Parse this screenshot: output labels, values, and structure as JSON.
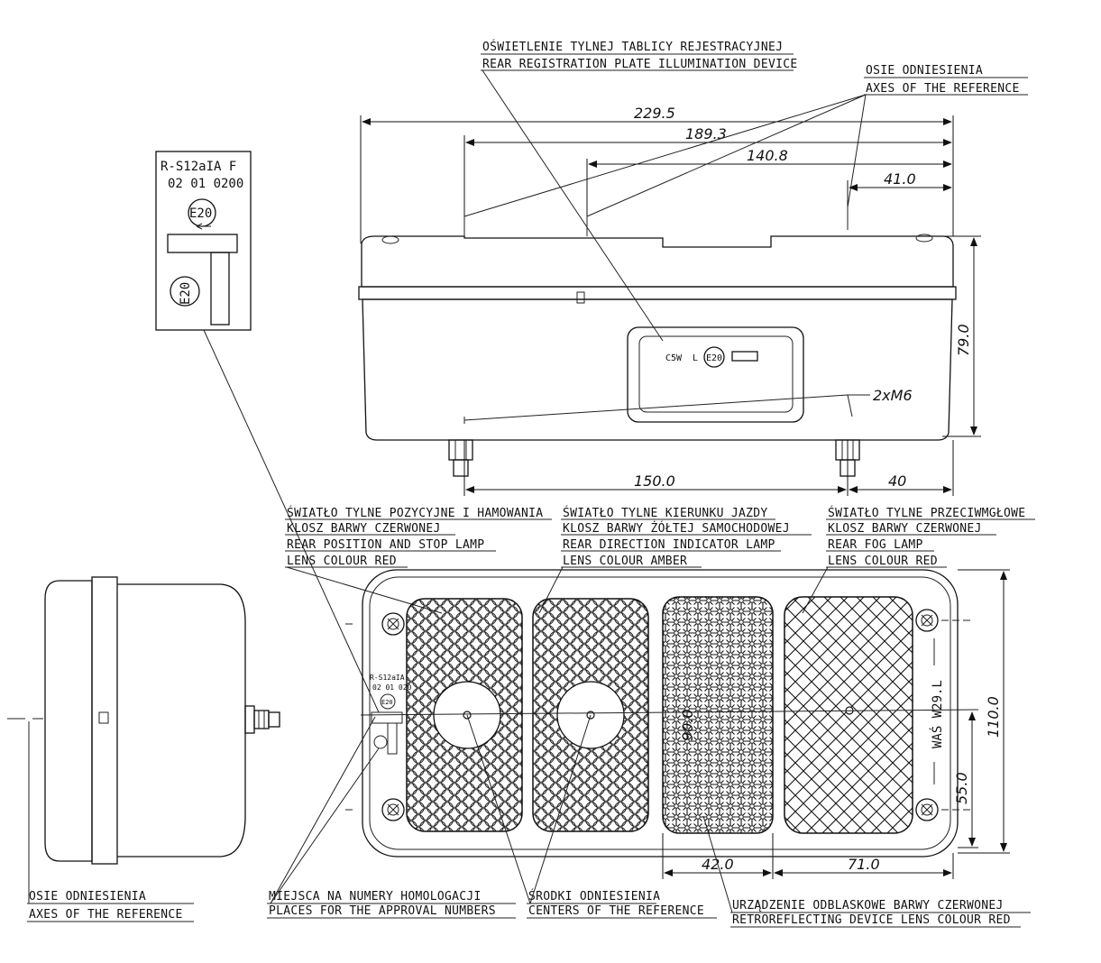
{
  "labels": {
    "plate_pl": "OŚWIETLENIE TYLNEJ TABLICY REJESTRACYJNEJ",
    "plate_en": "REAR REGISTRATION PLATE ILLUMINATION DEVICE",
    "axes_top_pl": "OSIE ODNIESIENIA",
    "axes_top_en": "AXES OF THE REFERENCE",
    "pos_pl1": "ŚWIATŁO TYLNE POZYCYJNE I HAMOWANIA",
    "pos_pl2": "KLOSZ BARWY CZERWONEJ",
    "pos_en1": "REAR POSITION AND STOP LAMP",
    "pos_en2": "LENS COLOUR RED",
    "ind_pl1": "ŚWIATŁO TYLNE KIERUNKU JAZDY",
    "ind_pl2": "KLOSZ BARWY ŻÓŁTEJ SAMOCHODOWEJ",
    "ind_en1": "REAR DIRECTION INDICATOR LAMP",
    "ind_en2": "LENS COLOUR AMBER",
    "fog_pl1": "ŚWIATŁO TYLNE PRZECIWMGŁOWE",
    "fog_pl2": "KLOSZ BARWY CZERWONEJ",
    "fog_en1": "REAR FOG LAMP",
    "fog_en2": "LENS COLOUR RED",
    "axes_bot_pl": "OSIE ODNIESIENIA",
    "axes_bot_en": "AXES OF THE REFERENCE",
    "approval_pl": "MIEJSCA NA NUMERY HOMOLOGACJI",
    "approval_en": "PLACES FOR THE APPROVAL NUMBERS",
    "centers_pl": "ŚRODKI ODNIESIENIA",
    "centers_en": "CENTERS OF THE REFERENCE",
    "retro_pl": "URZĄDZENIE ODBLASKOWE BARWY CZERWONEJ",
    "retro_en": "RETROREFLECTING DEVICE LENS COLOUR RED"
  },
  "dimensions": {
    "d229": "229.5",
    "d189": "189.3",
    "d140": "140.8",
    "d41": "41.0",
    "d79": "79.0",
    "d150": "150.0",
    "d40": "40",
    "d110": "110.0",
    "d55": "55.0",
    "d90": "90.0",
    "d42": "42.0",
    "d71": "71.0",
    "m6": "2xM6"
  },
  "marking_box": {
    "line1": "R-S12aIA  F",
    "line2": "02  01 0200",
    "e_mark": "E20"
  },
  "top_view": {
    "bulb": "C5W",
    "side": "L",
    "e_mark": "E20"
  },
  "front_view": {
    "mark1": "R-S12aIA",
    "mark2": "02 01 020",
    "e_mark": "E20",
    "model": "WAŚ W29.L"
  }
}
